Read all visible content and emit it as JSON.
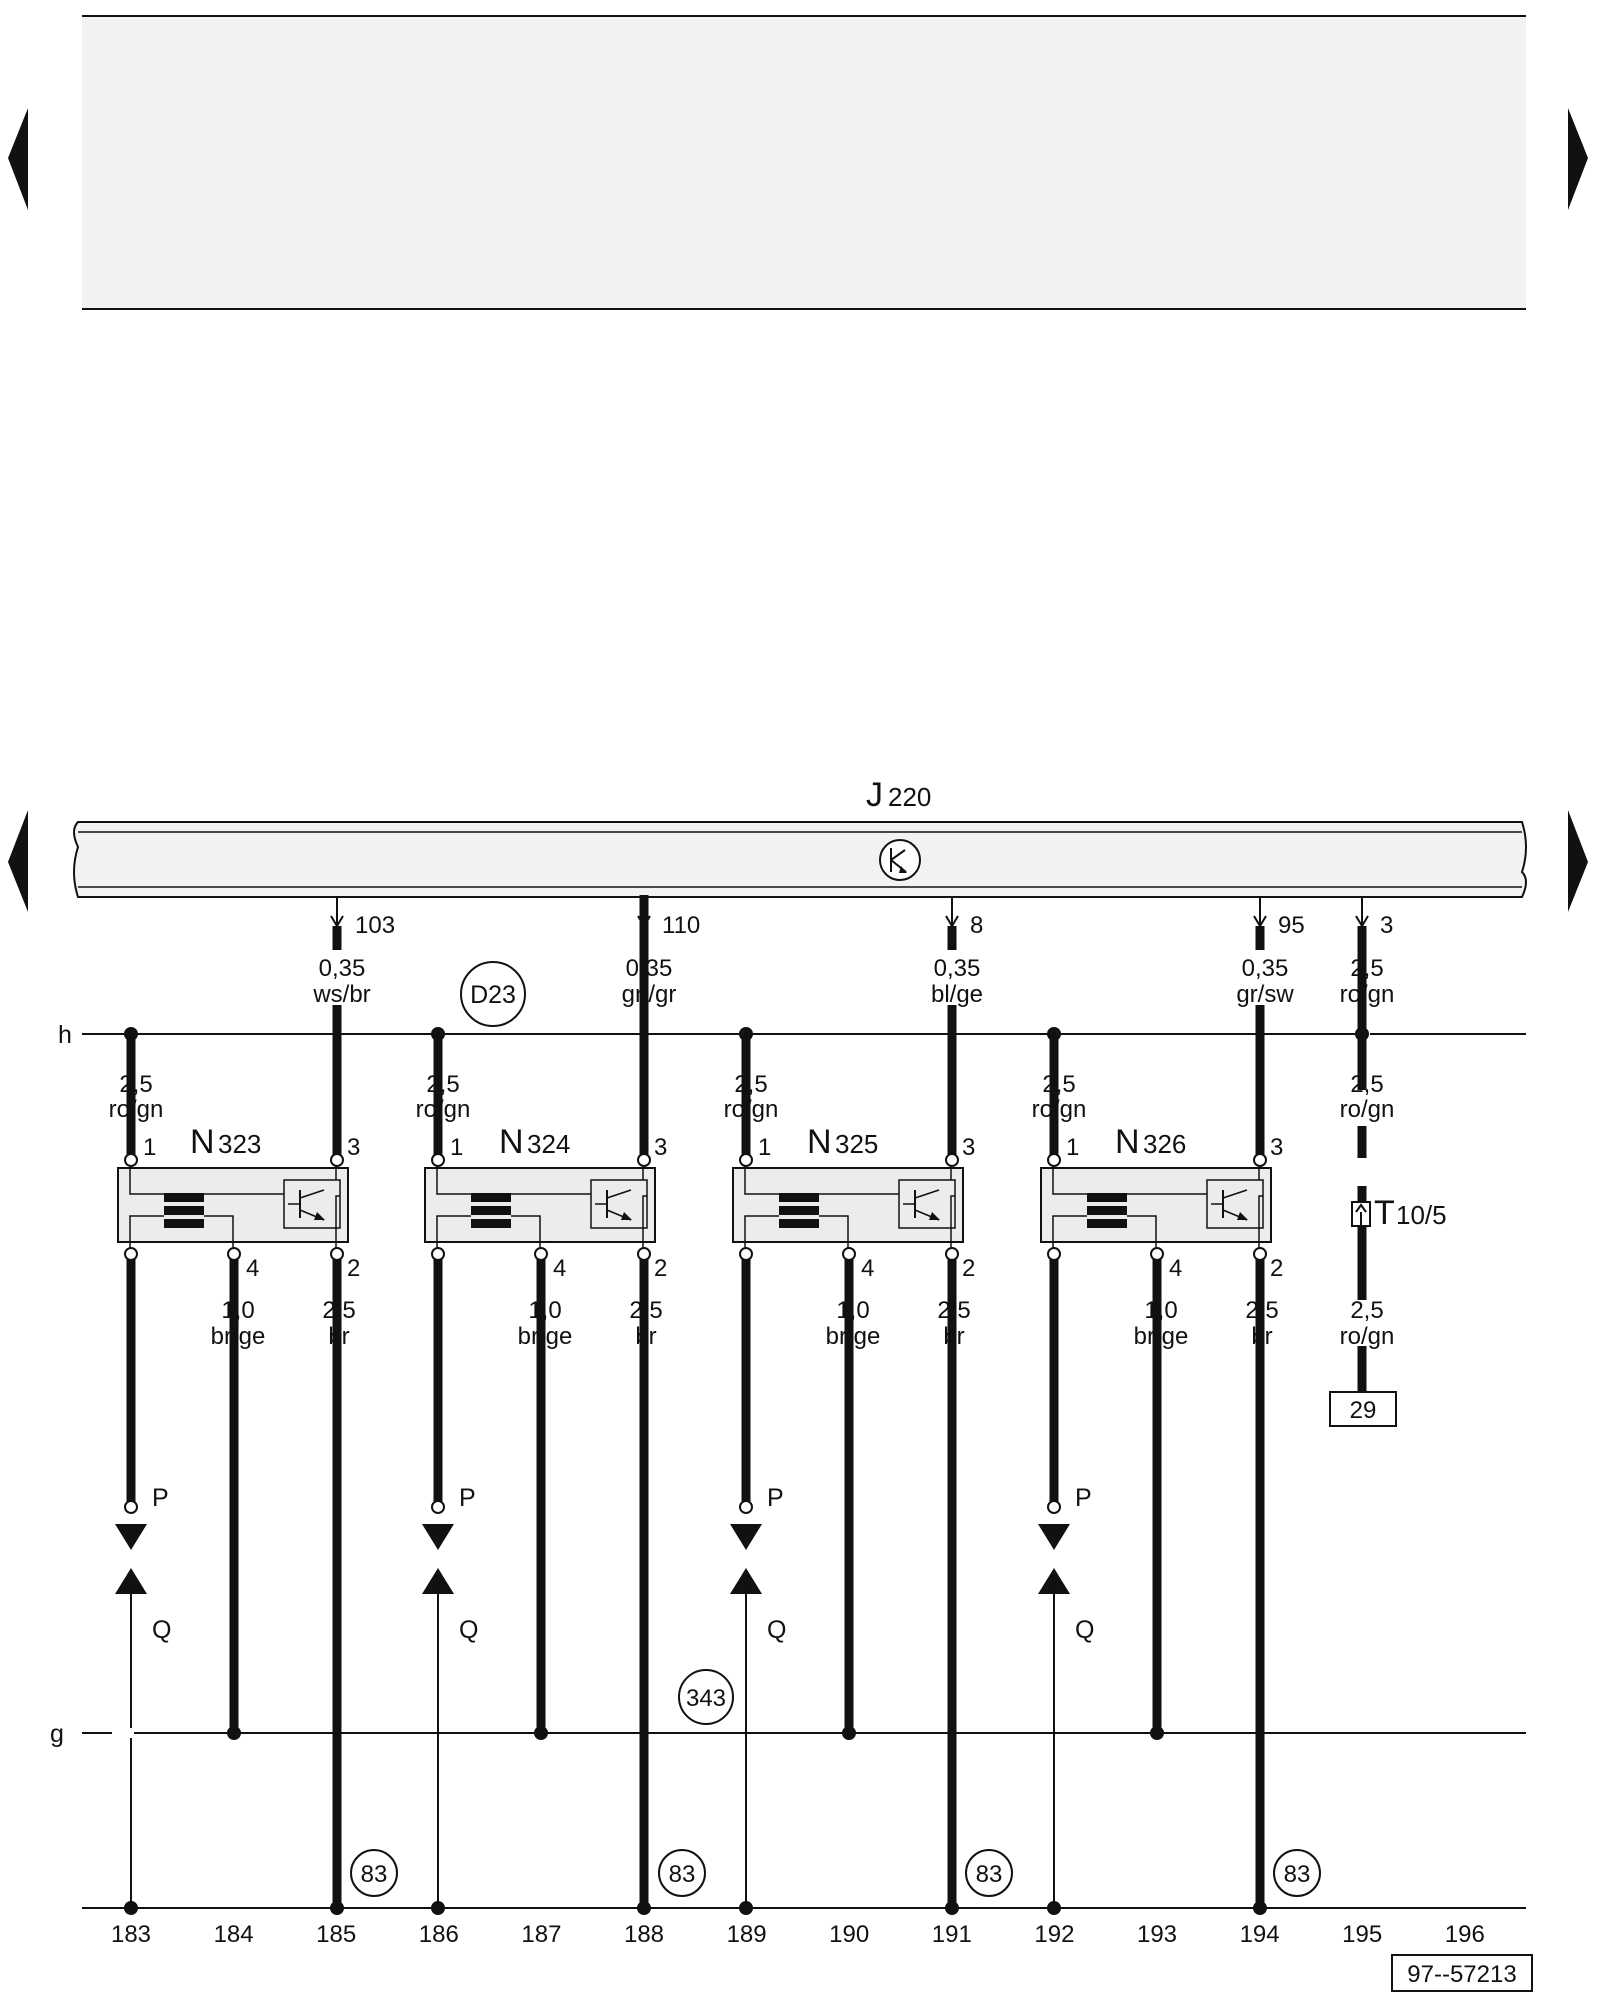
{
  "colors": {
    "ink": "#111111",
    "panel_fill": "#f2f2f2",
    "component_fill": "#ececec",
    "background": "#ffffff"
  },
  "ecu": {
    "name": "J",
    "number": "220",
    "symbol": "k-circle-icon"
  },
  "bus_labels": {
    "upper": "h",
    "lower": "g"
  },
  "ecu_pins": [
    {
      "pin": "103",
      "cross_section": "0,35",
      "wire_color": "ws/br"
    },
    {
      "pin": "110",
      "cross_section": "0,35",
      "wire_color": "gn/gr"
    },
    {
      "pin": "8",
      "cross_section": "0,35",
      "wire_color": "bl/ge"
    },
    {
      "pin": "95",
      "cross_section": "0,35",
      "wire_color": "gr/sw"
    },
    {
      "pin": "3",
      "cross_section": "2,5",
      "wire_color": "ro/gn"
    }
  ],
  "components": [
    {
      "name": "N",
      "number": "323",
      "pin1": "1",
      "pin2": "2",
      "pin3": "3",
      "pin4": "4",
      "feed_cs": "2,5",
      "feed_color": "ro/gn",
      "gnd_cs": "1,0",
      "gnd_color": "br/ge",
      "out_cs": "2,5",
      "out_color": "br"
    },
    {
      "name": "N",
      "number": "324",
      "pin1": "1",
      "pin2": "2",
      "pin3": "3",
      "pin4": "4",
      "feed_cs": "2,5",
      "feed_color": "ro/gn",
      "gnd_cs": "1,0",
      "gnd_color": "br/ge",
      "out_cs": "2,5",
      "out_color": "br"
    },
    {
      "name": "N",
      "number": "325",
      "pin1": "1",
      "pin2": "2",
      "pin3": "3",
      "pin4": "4",
      "feed_cs": "2,5",
      "feed_color": "ro/gn",
      "gnd_cs": "1,0",
      "gnd_color": "br/ge",
      "out_cs": "2,5",
      "out_color": "br"
    },
    {
      "name": "N",
      "number": "326",
      "pin1": "1",
      "pin2": "2",
      "pin3": "3",
      "pin4": "4",
      "feed_cs": "2,5",
      "feed_color": "ro/gn",
      "gnd_cs": "1,0",
      "gnd_color": "br/ge",
      "out_cs": "2,5",
      "out_color": "br"
    }
  ],
  "connector_labels": {
    "p": "P",
    "q": "Q"
  },
  "splice_d23": "D23",
  "splice_343": "343",
  "ground_marker": "83",
  "right_branch": {
    "upper_cs": "2,5",
    "upper_color": "ro/gn",
    "connector": "T",
    "connector_number": "10/5",
    "lower_cs": "2,5",
    "lower_color": "ro/gn",
    "target": "29"
  },
  "tracks": [
    "183",
    "184",
    "185",
    "186",
    "187",
    "188",
    "189",
    "190",
    "191",
    "192",
    "193",
    "194",
    "195",
    "196"
  ],
  "drawing_number": "97--57213"
}
